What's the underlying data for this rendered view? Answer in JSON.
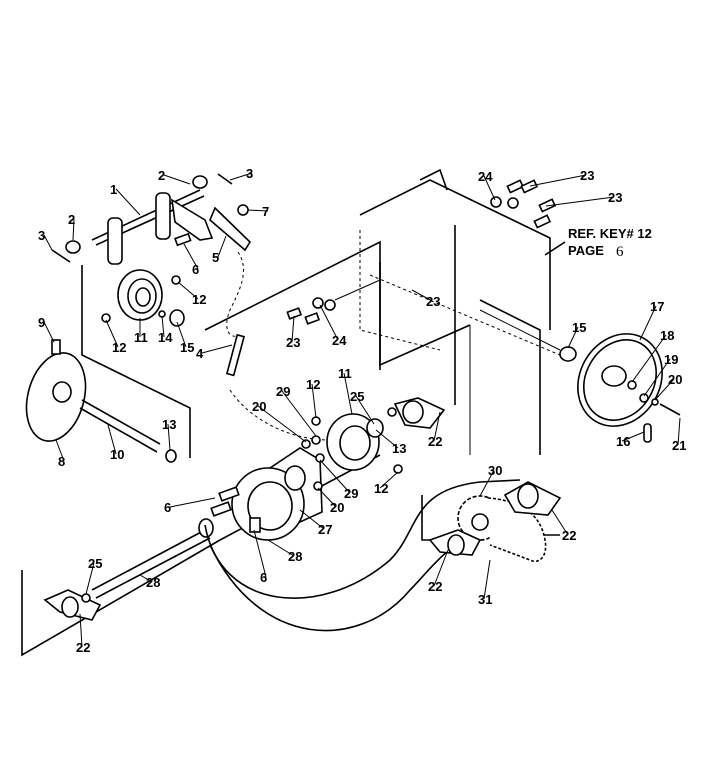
{
  "diagram": {
    "type": "exploded parts diagram",
    "reference_note": {
      "line1": "REF. KEY# 12",
      "line2_prefix": "PAGE",
      "line2_page": "6"
    },
    "callouts": [
      "1",
      "2",
      "3",
      "2",
      "3",
      "7",
      "6",
      "5",
      "12",
      "12",
      "11",
      "14",
      "15",
      "9",
      "4",
      "23",
      "24",
      "24",
      "23",
      "23",
      "23",
      "15",
      "17",
      "18",
      "19",
      "20",
      "21",
      "16",
      "8",
      "10",
      "13",
      "12",
      "29",
      "20",
      "11",
      "25",
      "13",
      "22",
      "12",
      "29",
      "20",
      "27",
      "28",
      "6",
      "6",
      "30",
      "22",
      "22",
      "31",
      "25",
      "28",
      "22"
    ]
  }
}
